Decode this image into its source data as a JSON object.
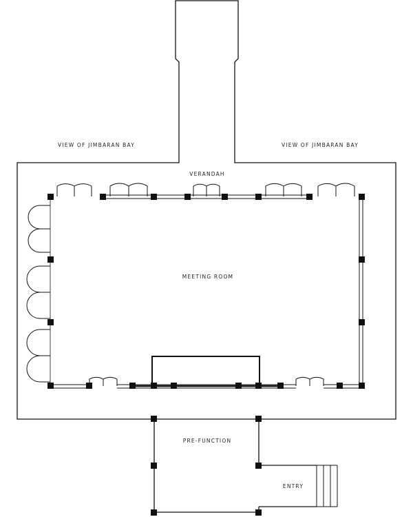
{
  "labels": {
    "view_left": "VIEW OF JIMBARAN BAY",
    "view_right": "VIEW OF JIMBARAN BAY",
    "verandah": "VERANDAH",
    "meeting_room": "MEETING ROOM",
    "pre_function": "PRE-FUNCTION",
    "entry": "ENTRY"
  },
  "colors": {
    "line": "#111111",
    "background": "#ffffff"
  }
}
